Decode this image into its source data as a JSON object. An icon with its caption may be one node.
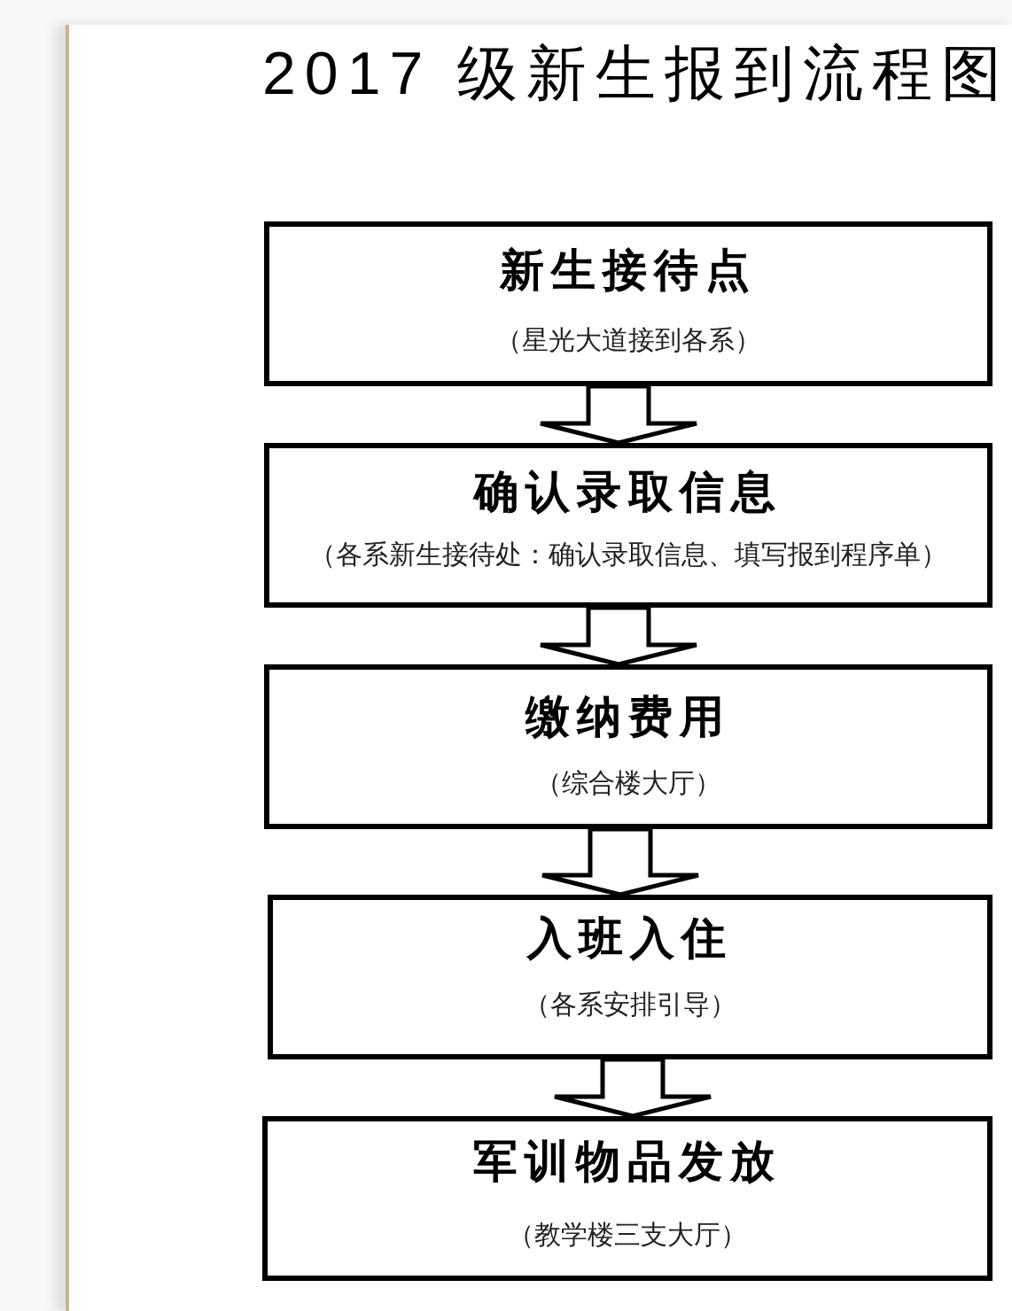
{
  "diagram": {
    "title": "2017 级新生报到流程图",
    "nodes": [
      {
        "text": [
          "新生接待点",
          "（星光大道接到各系）"
        ]
      },
      {
        "text": [
          "确认录取信息",
          "（各系新生接待处：确认录取信息、填写报到程序单）"
        ]
      },
      {
        "text": [
          "缴纳费用",
          "（综合楼大厅）"
        ]
      },
      {
        "text": [
          "入班入住",
          "（各系安排引导）"
        ]
      },
      {
        "text": [
          "军训物品发放",
          "（教学楼三支大厅）"
        ]
      }
    ],
    "edges": [
      {
        "from": 0,
        "to": 1,
        "arrow": "to"
      },
      {
        "from": 1,
        "to": 2,
        "arrow": "to"
      },
      {
        "from": 2,
        "to": 3,
        "arrow": "to"
      },
      {
        "from": 3,
        "to": 4,
        "arrow": "to"
      }
    ]
  }
}
